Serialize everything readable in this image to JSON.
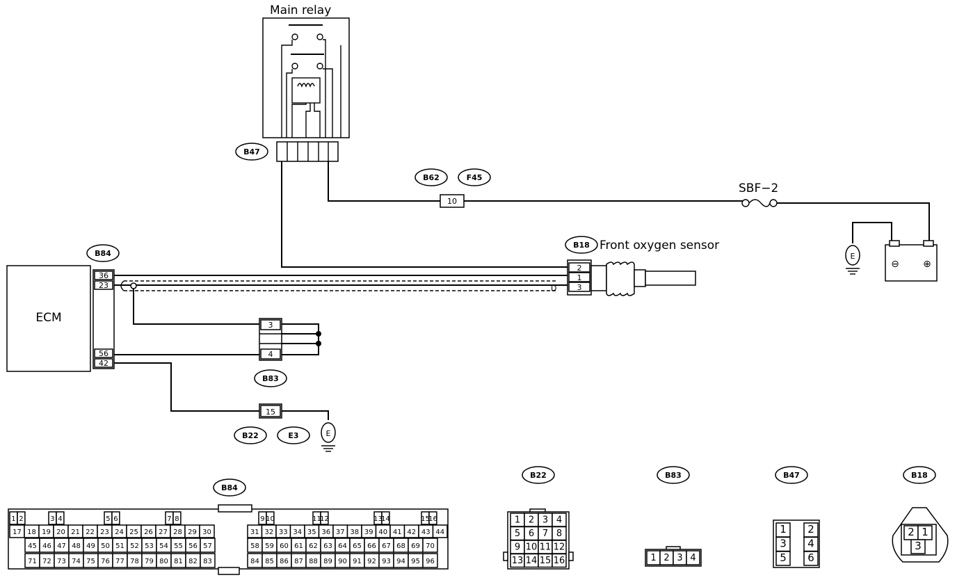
{
  "labels": {
    "main_relay": "Main relay",
    "front_o2": "Front oxygen sensor",
    "ecm": "ECM",
    "sbf": "SBF−2",
    "ground": "E"
  },
  "tags": {
    "b47": "B47",
    "b62": "B62",
    "f45": "F45",
    "b84": "B84",
    "b18": "B18",
    "b83": "B83",
    "b22": "B22",
    "e3": "E3"
  },
  "pins": {
    "b62_f45": "10",
    "ecm_top": [
      "36",
      "23"
    ],
    "ecm_bottom": [
      "56",
      "42"
    ],
    "b18": [
      "2",
      "1",
      "3"
    ],
    "b83": [
      "3",
      "4"
    ],
    "b22": "15",
    "d_mark": "D",
    "battery_minus": "⊖",
    "battery_plus": "⊕"
  },
  "connectors": {
    "b84": {
      "label": "B84",
      "row1": [
        "1",
        "2",
        "3",
        "4",
        "5",
        "6",
        "7",
        "8",
        "9",
        "10",
        "11",
        "12",
        "13",
        "14",
        "15",
        "16"
      ],
      "row2": [
        "17",
        "18",
        "19",
        "20",
        "21",
        "22",
        "23",
        "24",
        "25",
        "26",
        "27",
        "28",
        "29",
        "30",
        "31",
        "32",
        "33",
        "34",
        "35",
        "36",
        "37",
        "38",
        "39",
        "40",
        "41",
        "42",
        "43",
        "44"
      ],
      "row3": [
        "45",
        "46",
        "47",
        "48",
        "49",
        "50",
        "51",
        "52",
        "53",
        "54",
        "55",
        "56",
        "57",
        "58",
        "59",
        "60",
        "61",
        "62",
        "63",
        "64",
        "65",
        "66",
        "67",
        "68",
        "69",
        "70"
      ],
      "row4": [
        "71",
        "72",
        "73",
        "74",
        "75",
        "76",
        "77",
        "78",
        "79",
        "80",
        "81",
        "82",
        "83",
        "84",
        "85",
        "86",
        "87",
        "88",
        "89",
        "90",
        "91",
        "92",
        "93",
        "94",
        "95",
        "96"
      ]
    },
    "b22": {
      "label": "B22",
      "rows": [
        [
          "1",
          "2",
          "3",
          "4"
        ],
        [
          "5",
          "6",
          "7",
          "8"
        ],
        [
          "9",
          "10",
          "11",
          "12"
        ],
        [
          "13",
          "14",
          "15",
          "16"
        ]
      ]
    },
    "b83": {
      "label": "B83",
      "pins": [
        "1",
        "2",
        "3",
        "4"
      ]
    },
    "b47": {
      "label": "B47",
      "rows": [
        [
          "1",
          "",
          "2"
        ],
        [
          "3",
          "",
          "4"
        ],
        [
          "5",
          "",
          "6"
        ]
      ]
    },
    "b18": {
      "label": "B18",
      "top": [
        "2",
        "1"
      ],
      "bottom": "3"
    }
  }
}
